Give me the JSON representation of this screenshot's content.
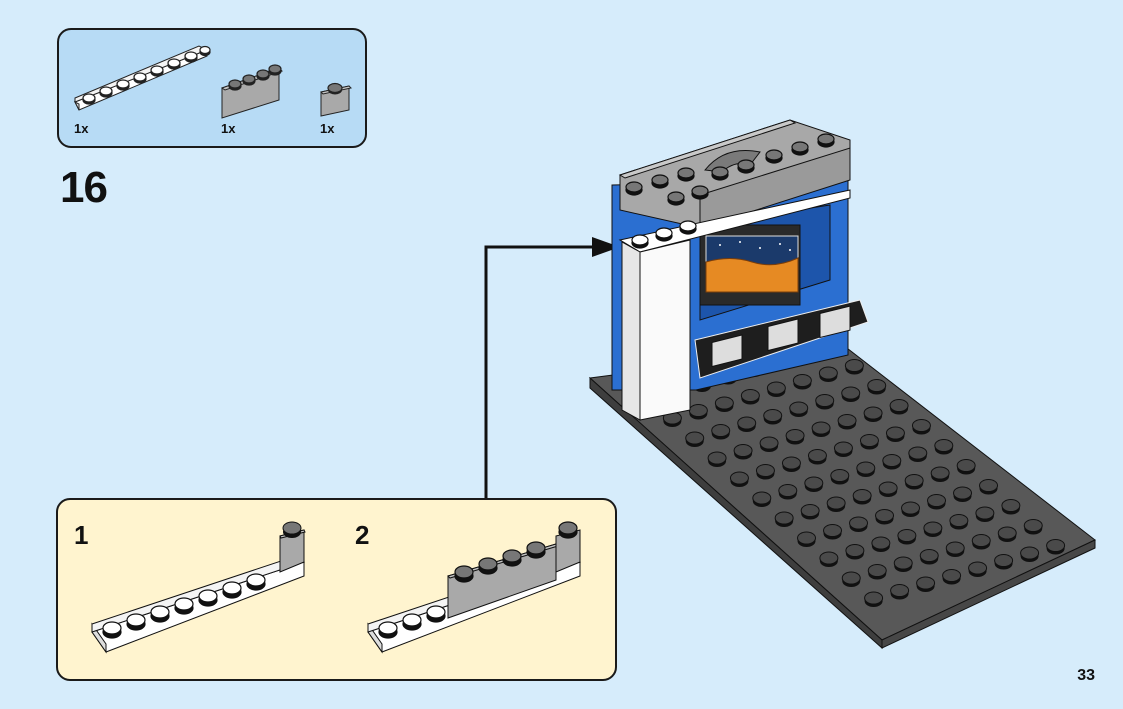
{
  "page": {
    "number": "33",
    "background_color": "#d6ecfb"
  },
  "parts_list": {
    "background_color": "#b7dbf5",
    "items": [
      {
        "part": "white-plate-1x8",
        "color": "white",
        "quantity": "1x"
      },
      {
        "part": "grey-brick-1x4",
        "color": "light bluish grey",
        "quantity": "1x"
      },
      {
        "part": "grey-brick-1x1",
        "color": "light bluish grey",
        "quantity": "1x"
      }
    ]
  },
  "step": {
    "number": "16"
  },
  "sub_assembly": {
    "background_color": "#fff4cf",
    "steps": [
      {
        "number": "1",
        "description": "Place 1x1 grey brick on end of white 1x8 plate"
      },
      {
        "number": "2",
        "description": "Add 1x4 grey brick next to 1x1 brick"
      }
    ]
  },
  "main_model": {
    "description": "Space control room wall with planet display and control panels on dark grey baseplate"
  }
}
